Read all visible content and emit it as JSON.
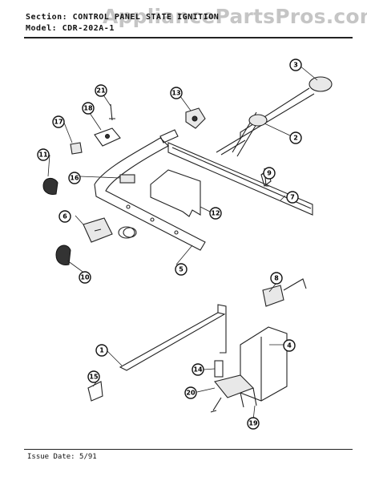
{
  "header": {
    "section_line": "Section: CONTROL PANEL STATE IGNITION",
    "model_line": "Model: CDR-202A-1"
  },
  "watermark": "AppliancePartsPros.com",
  "footer": {
    "issue_date": "Issue Date: 5/91"
  },
  "callouts": [
    "1",
    "2",
    "3",
    "4",
    "5",
    "6",
    "7",
    "8",
    "9",
    "10",
    "11",
    "12",
    "13",
    "14",
    "15",
    "16",
    "17",
    "18",
    "19",
    "20",
    "21"
  ]
}
